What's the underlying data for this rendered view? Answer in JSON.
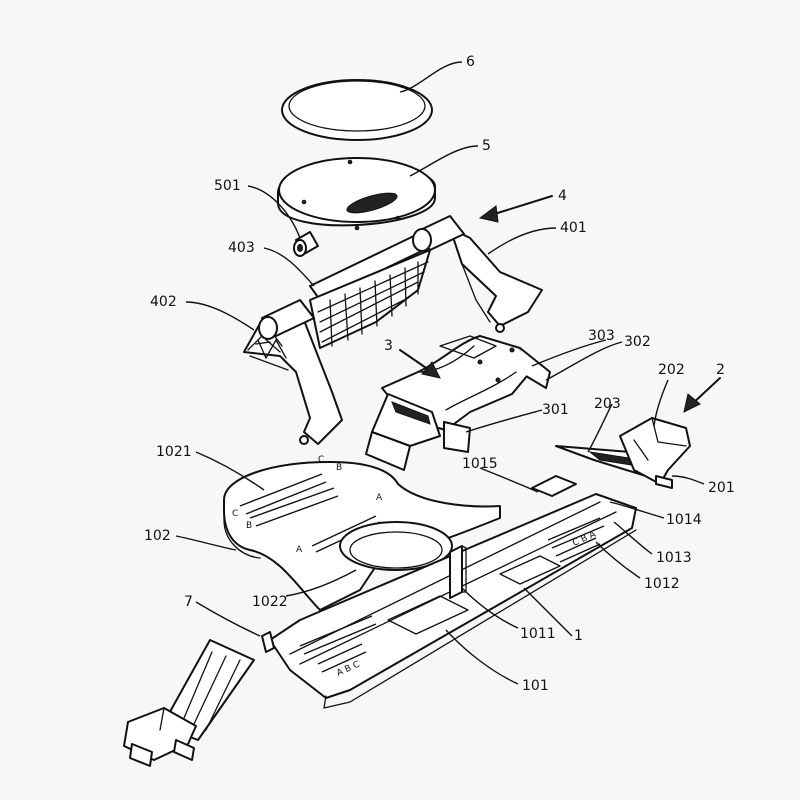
{
  "labels": {
    "l6": "6",
    "l5": "5",
    "l501": "501",
    "l4": "4",
    "l403": "403",
    "l401": "401",
    "l402": "402",
    "l3": "3",
    "l303": "303",
    "l302": "302",
    "l301": "301",
    "l203": "203",
    "l202": "202",
    "l2": "2",
    "l201": "201",
    "l1021": "1021",
    "l1015": "1015",
    "l1014": "1014",
    "l102": "102",
    "l1013": "1013",
    "l1012": "1012",
    "l1022": "1022",
    "l7": "7",
    "l1011": "1011",
    "l1": "1",
    "l101": "101"
  },
  "markings": {
    "c1": "C",
    "b1": "B",
    "c2": "C",
    "b2": "B",
    "a1": "A",
    "a2": "A",
    "slot_left": "A B C",
    "slot_right": "C B A"
  }
}
